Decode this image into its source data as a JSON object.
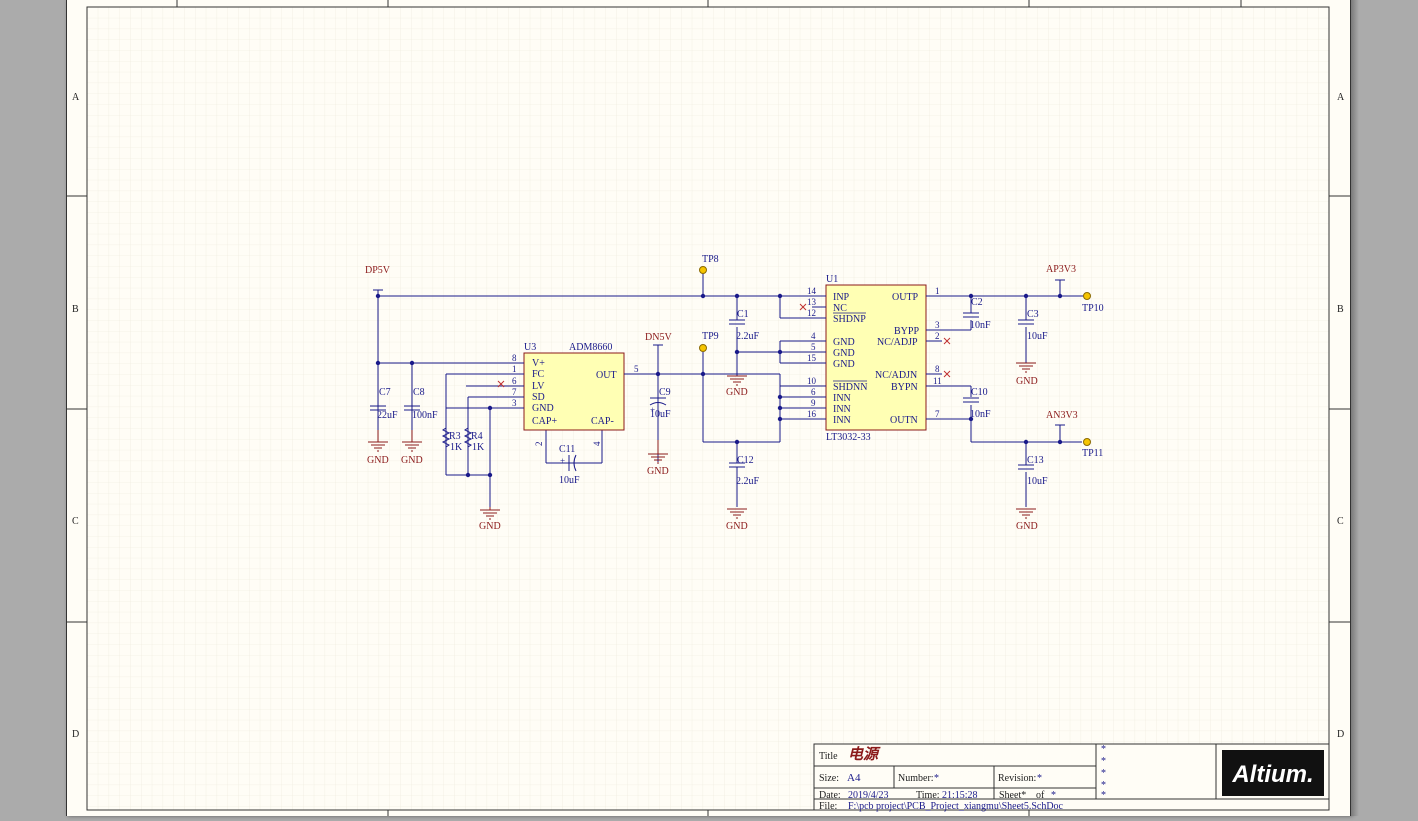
{
  "zones": {
    "rows": [
      "A",
      "B",
      "C",
      "D"
    ]
  },
  "power_ports": {
    "dp5v": "DP5V",
    "dn5v": "DN5V",
    "ap3v3": "AP3V3",
    "an3v3": "AN3V3",
    "gnd": "GND"
  },
  "test_points": {
    "tp8": "TP8",
    "tp9": "TP9",
    "tp10": "TP10",
    "tp11": "TP11"
  },
  "u3": {
    "designator": "U3",
    "part": "ADM8660",
    "pins_left": [
      {
        "num": "8",
        "name": "V+"
      },
      {
        "num": "1",
        "name": "FC"
      },
      {
        "num": "6",
        "name": "LV"
      },
      {
        "num": "7",
        "name": "SD"
      },
      {
        "num": "3",
        "name": "GND"
      },
      {
        "num": "",
        "name": "CAP+"
      }
    ],
    "out_num": "5",
    "out_name": "OUT",
    "capm_name": "CAP-",
    "cap_pin_left": "2",
    "cap_pin_right": "4"
  },
  "u1": {
    "designator": "U1",
    "part": "LT3032-33",
    "pins_left": [
      {
        "num": "14",
        "name": "INP"
      },
      {
        "num": "13",
        "name": "NC"
      },
      {
        "num": "12",
        "name": "SHDNP"
      },
      {
        "num": "4",
        "name": "GND"
      },
      {
        "num": "5",
        "name": "GND"
      },
      {
        "num": "15",
        "name": "GND"
      },
      {
        "num": "10",
        "name": "SHDNN"
      },
      {
        "num": "6",
        "name": "INN"
      },
      {
        "num": "9",
        "name": "INN"
      },
      {
        "num": "16",
        "name": "INN"
      }
    ],
    "pins_right": [
      {
        "num": "1",
        "name": "OUTP"
      },
      {
        "num": "3",
        "name": "BYPP"
      },
      {
        "num": "2",
        "name": "NC/ADJP"
      },
      {
        "num": "8",
        "name": "NC/ADJN"
      },
      {
        "num": "11",
        "name": "BYPN"
      },
      {
        "num": "7",
        "name": "OUTN"
      }
    ]
  },
  "caps": {
    "c1": {
      "ref": "C1",
      "value": "2.2uF"
    },
    "c2": {
      "ref": "C2",
      "value": "10nF"
    },
    "c3": {
      "ref": "C3",
      "value": "10uF"
    },
    "c7": {
      "ref": "C7",
      "value": "22uF"
    },
    "c8": {
      "ref": "C8",
      "value": "100nF"
    },
    "c9": {
      "ref": "C9",
      "value": "10uF"
    },
    "c10": {
      "ref": "C10",
      "value": "10nF"
    },
    "c11": {
      "ref": "C11",
      "value": "10uF"
    },
    "c12": {
      "ref": "C12",
      "value": "2.2uF"
    },
    "c13": {
      "ref": "C13",
      "value": "10uF"
    }
  },
  "resistors": {
    "r3": {
      "ref": "R3",
      "value": "1K"
    },
    "r4": {
      "ref": "R4",
      "value": "1K"
    }
  },
  "title_block": {
    "title_label": "Title",
    "title_value": "电源",
    "size_label": "Size:",
    "size_value": "A4",
    "number_label": "Number:",
    "number_value": "*",
    "revision_label": "Revision:",
    "revision_value": "*",
    "date_label": "Date:",
    "date_value": "2019/4/23",
    "time_label": "Time:",
    "time_value": "21:15:28",
    "sheet_label": "Sheet*",
    "of_label": "of",
    "of_value": "*",
    "file_label": "File:",
    "file_value": "F:\\pcb project\\PCB_Project_xiangmu\\Sheet5.SchDoc",
    "stars": [
      "*",
      "*",
      "*",
      "*",
      "*"
    ],
    "logo": "Altium."
  },
  "colors": {
    "wire": "#1a1a8a",
    "power": "#8b1a1a",
    "body": "#ffffb4",
    "body_border": "#8b1a1a",
    "testpoint": "#f5c400"
  }
}
